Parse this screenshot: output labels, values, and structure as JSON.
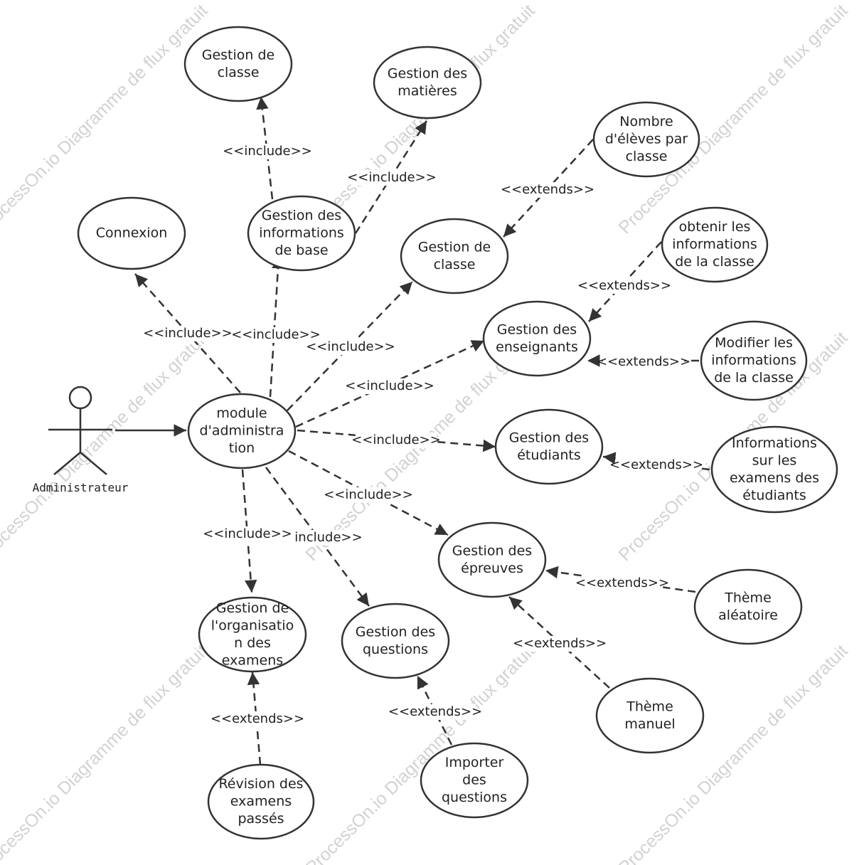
{
  "watermark": "ProcessOn.io Diagramme de flux gratuit",
  "colors": {
    "stroke": "#333333",
    "text": "#222222",
    "watermark": "#d2d2d2",
    "background": "#ffffff"
  },
  "actor": {
    "name": "Administrateur"
  },
  "use_cases": [
    {
      "id": "admin",
      "lines": [
        "module",
        "d'administra",
        "tion"
      ]
    },
    {
      "id": "connexion",
      "lines": [
        "Connexion"
      ]
    },
    {
      "id": "info_base",
      "lines": [
        "Gestion des",
        "informations",
        "de base"
      ]
    },
    {
      "id": "classe_top",
      "lines": [
        "Gestion de",
        "classe"
      ]
    },
    {
      "id": "matieres",
      "lines": [
        "Gestion des",
        "matières"
      ]
    },
    {
      "id": "classe",
      "lines": [
        "Gestion de",
        "classe"
      ]
    },
    {
      "id": "nb_eleves",
      "lines": [
        "Nombre",
        "d'élèves par",
        "classe"
      ]
    },
    {
      "id": "enseignants",
      "lines": [
        "Gestion des",
        "enseignants"
      ]
    },
    {
      "id": "obtenir",
      "lines": [
        "obtenir les",
        "informations",
        "de la classe"
      ]
    },
    {
      "id": "modifier",
      "lines": [
        "Modifier les",
        "informations",
        "de la classe"
      ]
    },
    {
      "id": "etudiants",
      "lines": [
        "Gestion des",
        "étudiants"
      ]
    },
    {
      "id": "info_exam",
      "lines": [
        "Informations",
        "sur les",
        "examens des",
        "étudiants"
      ]
    },
    {
      "id": "epreuves",
      "lines": [
        "Gestion des",
        "épreuves"
      ]
    },
    {
      "id": "theme_alea",
      "lines": [
        "Thème",
        "aléatoire"
      ]
    },
    {
      "id": "theme_man",
      "lines": [
        "Thème",
        "manuel"
      ]
    },
    {
      "id": "organisation",
      "lines": [
        "Gestion de",
        "l'organisatio",
        "n des",
        "examens"
      ]
    },
    {
      "id": "questions",
      "lines": [
        "Gestion des",
        "questions"
      ]
    },
    {
      "id": "importer",
      "lines": [
        "Importer",
        "des",
        "questions"
      ]
    },
    {
      "id": "revision",
      "lines": [
        "Révision des",
        "examens",
        "passés"
      ]
    }
  ],
  "relations": [
    {
      "id": "r_actor",
      "type": "association",
      "label": ""
    },
    {
      "id": "r_connexion",
      "type": "include",
      "label": "<<include>>"
    },
    {
      "id": "r_info_base",
      "type": "include",
      "label": "<<include>>"
    },
    {
      "id": "r_classe_top",
      "type": "include",
      "label": "<<include>>"
    },
    {
      "id": "r_matieres",
      "type": "include",
      "label": "<<include>>"
    },
    {
      "id": "r_classe",
      "type": "include",
      "label": "<<include>>"
    },
    {
      "id": "r_nb_eleves",
      "type": "extends",
      "label": "<<extends>>"
    },
    {
      "id": "r_enseignants",
      "type": "include",
      "label": "<<include>>"
    },
    {
      "id": "r_obtenir",
      "type": "extends",
      "label": "<<extends>>"
    },
    {
      "id": "r_modifier",
      "type": "extends",
      "label": "<<extends>>"
    },
    {
      "id": "r_etudiants",
      "type": "include",
      "label": "<<include>>"
    },
    {
      "id": "r_info_exam",
      "type": "extends",
      "label": "<<extends>>"
    },
    {
      "id": "r_epreuves",
      "type": "include",
      "label": "<<include>>"
    },
    {
      "id": "r_theme_alea",
      "type": "extends",
      "label": "<<extends>>"
    },
    {
      "id": "r_theme_man",
      "type": "extends",
      "label": "<<extends>>"
    },
    {
      "id": "r_organisation",
      "type": "include",
      "label": "<<include>>"
    },
    {
      "id": "r_questions",
      "type": "include",
      "label": "include>>"
    },
    {
      "id": "r_importer",
      "type": "extends",
      "label": "<<extends>>"
    },
    {
      "id": "r_revision",
      "type": "extends",
      "label": "<<extends>>"
    }
  ]
}
